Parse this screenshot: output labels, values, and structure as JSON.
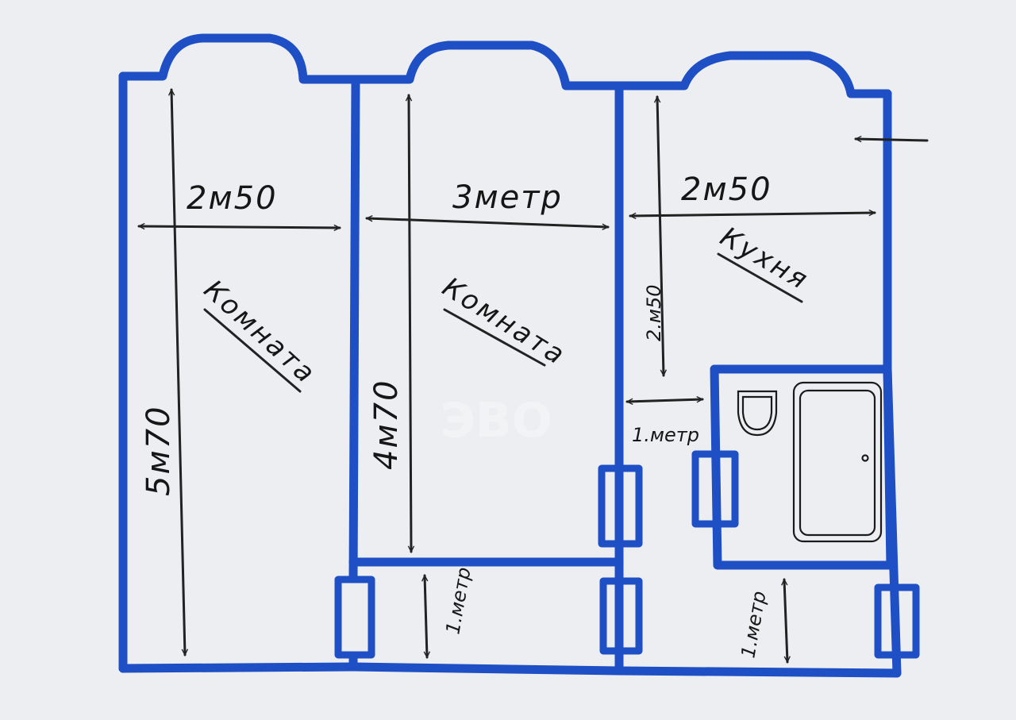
{
  "plan": {
    "wall_color": "#1f4fc4",
    "ink_color": "#161616",
    "paper_color": "#eceef1",
    "rooms": [
      {
        "label": "Комната",
        "width_label": "2м50",
        "length_label": "5м70"
      },
      {
        "label": "Комната",
        "width_label": "3метр",
        "length_label": "4м70",
        "corridor_label": "1.метр"
      },
      {
        "label": "Кухня",
        "width_label": "2м50",
        "length_label": "2.м50",
        "gap_label": "1.метр",
        "corridor_label": "1.метр"
      }
    ],
    "watermark": "ЭВО"
  }
}
